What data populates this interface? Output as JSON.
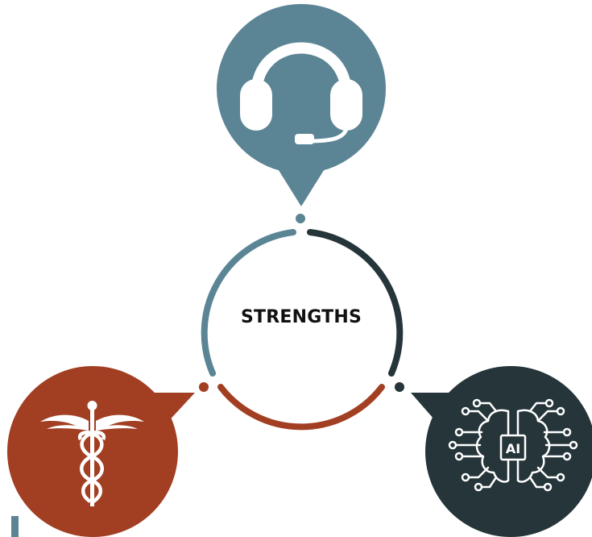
{
  "center": {
    "label": "STRENGTHS"
  },
  "nodes": [
    {
      "id": "support",
      "icon": "headset-icon",
      "color": "#5b8595"
    },
    {
      "id": "medical",
      "icon": "caduceus-icon",
      "color": "#a23f23"
    },
    {
      "id": "ai",
      "icon": "ai-brain-icon",
      "color": "#25353a",
      "icon_text": "AI"
    }
  ],
  "ring_colors": {
    "left_arc": "#5b8595",
    "right_arc": "#25353a",
    "bottom_arc": "#a23f23"
  }
}
